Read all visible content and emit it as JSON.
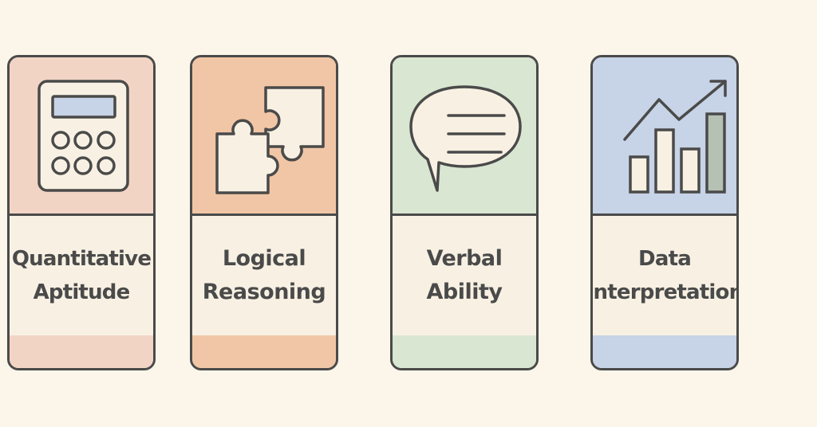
{
  "cards": [
    {
      "id": "quantitative-aptitude",
      "lines": [
        "Quantitative",
        "Aptitude"
      ],
      "icon": "calculator-icon",
      "colors": {
        "top": "#f2d4c5",
        "bottom": "#f2d4c5"
      }
    },
    {
      "id": "logical-reasoning",
      "lines": [
        "Logical",
        "Reasoning"
      ],
      "icon": "puzzle-icon",
      "colors": {
        "top": "#f1c6a6",
        "bottom": "#f1c6a6"
      }
    },
    {
      "id": "verbal-ability",
      "lines": [
        "Verbal",
        "Ability"
      ],
      "icon": "speech-bubble-icon",
      "colors": {
        "top": "#d9e6d2",
        "bottom": "#d9e6d2"
      }
    },
    {
      "id": "data-interpretation",
      "lines": [
        "Data",
        "Interpretation"
      ],
      "icon": "bar-chart-icon",
      "colors": {
        "top": "#c7d3e6",
        "bottom": "#c7d3e6"
      }
    }
  ],
  "theme": {
    "background": "#fbf5ea",
    "stroke": "#4a4a4a",
    "label_panel": "#f8f1e3",
    "icon_fill": "#f8f1e3",
    "screen_fill": "#c7d3e6",
    "bar_accent": "#b5c1b3"
  }
}
